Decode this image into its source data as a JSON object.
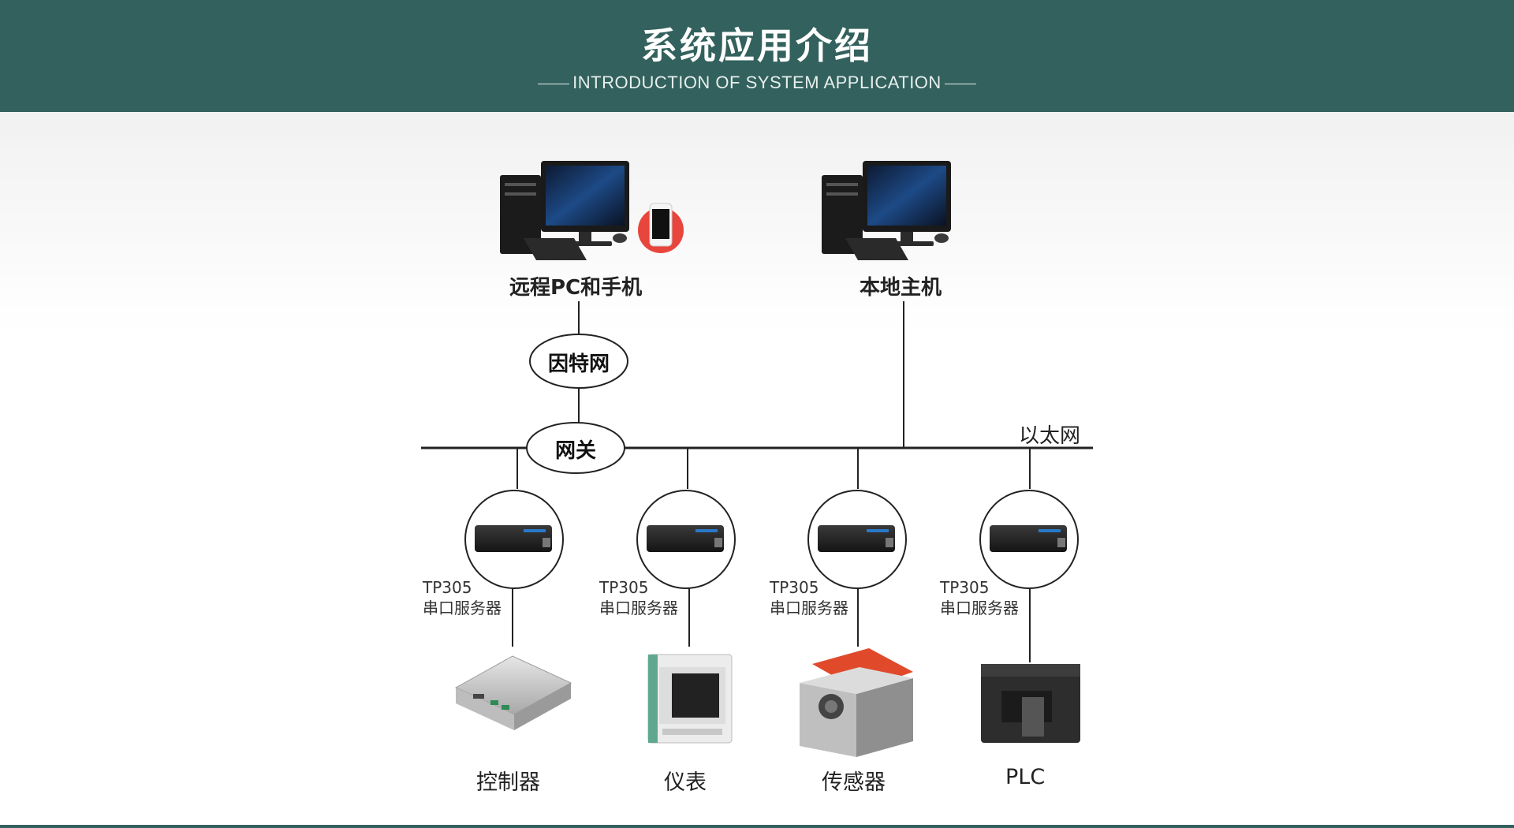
{
  "header": {
    "title": "系统应用介绍",
    "subtitle": "INTRODUCTION OF SYSTEM APPLICATION",
    "background": "#33615d"
  },
  "diagram": {
    "remote_pc_label": "远程PC和手机",
    "local_host_label": "本地主机",
    "internet_label": "因特网",
    "gateway_label": "网关",
    "ethernet_label": "以太网",
    "servers": [
      {
        "model": "TP305",
        "name": "串口服务器"
      },
      {
        "model": "TP305",
        "name": "串口服务器"
      },
      {
        "model": "TP305",
        "name": "串口服务器"
      },
      {
        "model": "TP305",
        "name": "串口服务器"
      }
    ],
    "devices": [
      {
        "label": "控制器",
        "icon": "controller-icon"
      },
      {
        "label": "仪表",
        "icon": "meter-icon"
      },
      {
        "label": "传感器",
        "icon": "sensor-icon"
      },
      {
        "label": "PLC",
        "icon": "plc-icon"
      }
    ],
    "phone_badge_color": "#e8453c"
  }
}
